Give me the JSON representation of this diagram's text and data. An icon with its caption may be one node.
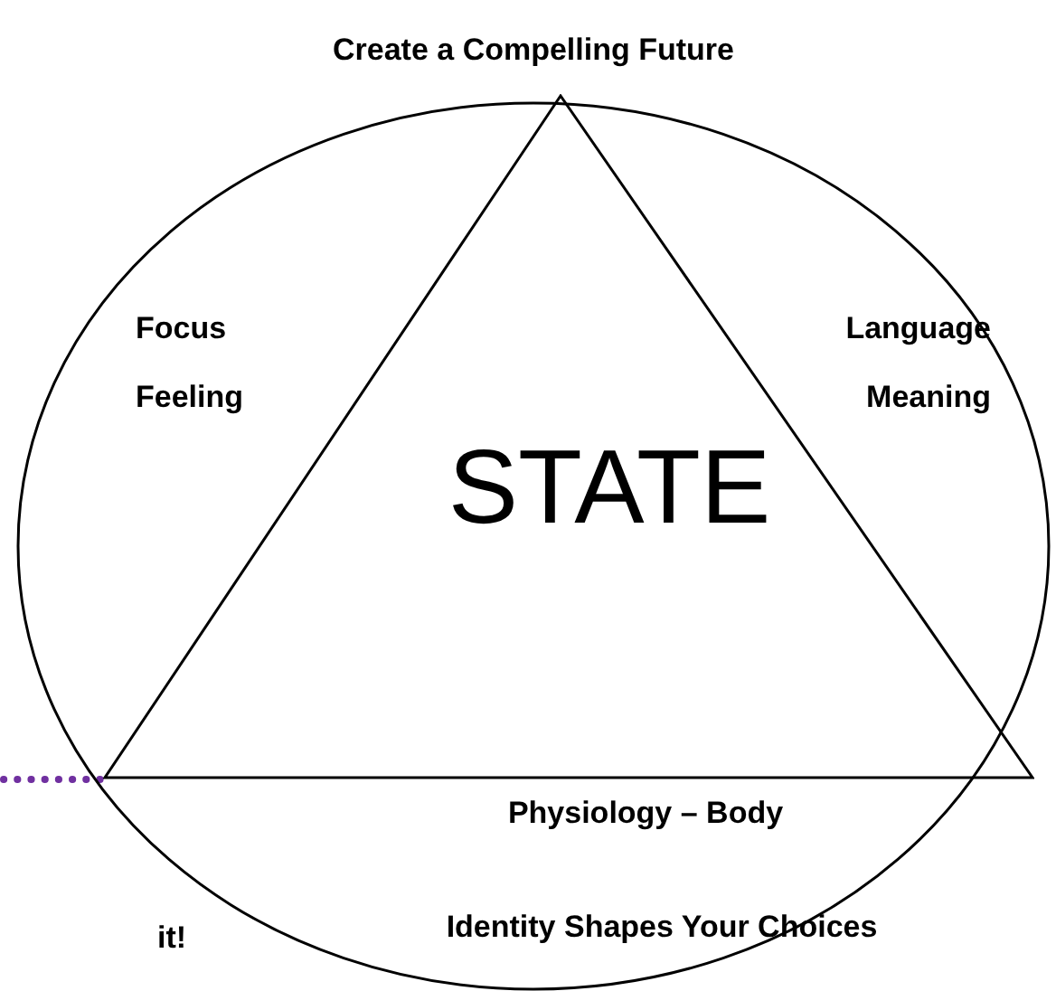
{
  "diagram": {
    "nodes": [
      {
        "text": [
          "Create a Compelling Future",
          "Focus Feeling",
          "Language Meaning",
          "Physiology – Body",
          "Identity Shapes Your Choices"
        ]
      },
      {
        "text": [
          "STATE"
        ],
        "in": 0
      }
    ],
    "edges": [
      {
        "from": null,
        "to": 1,
        "arrow": "none",
        "style": "dashed",
        "color": "#7030a0"
      }
    ],
    "labels": [
      "it!"
    ]
  }
}
